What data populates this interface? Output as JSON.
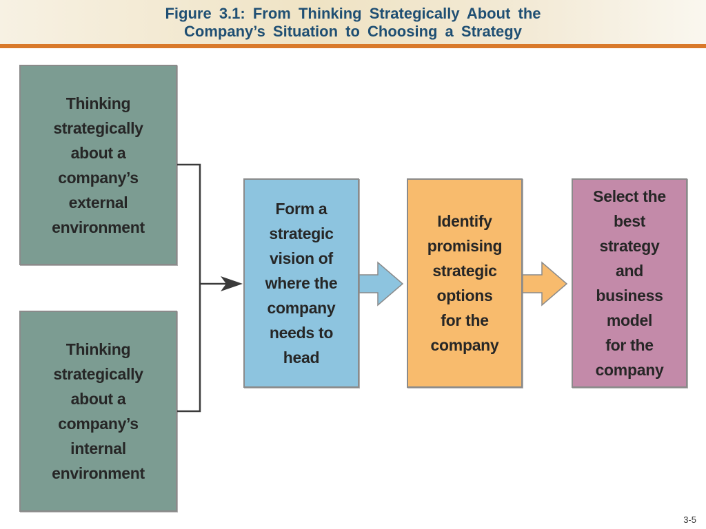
{
  "title": {
    "line1": "Figure 3.1: From Thinking Strategically About the",
    "line2": "Company’s Situation to Choosing a Strategy"
  },
  "boxes": {
    "external": {
      "lines": [
        "Thinking",
        "strategically",
        "about a",
        "company’s",
        "external",
        "environment"
      ],
      "color": "#7c9c92"
    },
    "internal": {
      "lines": [
        "Thinking",
        "strategically",
        "about a",
        "company’s",
        "internal",
        "environment"
      ],
      "color": "#7c9c92"
    },
    "vision": {
      "lines": [
        "Form a",
        "strategic",
        "vision of",
        "where the",
        "company",
        "needs to",
        "head"
      ],
      "color": "#8dc4df"
    },
    "options": {
      "lines": [
        "Identify",
        "promising",
        "strategic",
        "options",
        "for the",
        "company"
      ],
      "color": "#f8bb6d"
    },
    "select": {
      "lines": [
        "Select the",
        "best",
        "strategy",
        "and",
        "business",
        "model",
        "for the",
        "company"
      ],
      "color": "#c38aa9"
    }
  },
  "colors": {
    "title_text": "#1f4f73",
    "header_rule": "#d9792a"
  },
  "page_number": "3-5"
}
